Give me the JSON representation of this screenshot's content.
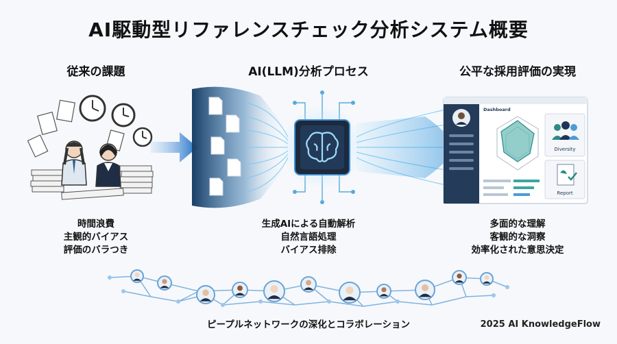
{
  "title": "AI駆動型リファレンスチェック分析システム概要",
  "left": {
    "heading": "従来の課題",
    "points": [
      "時間浪費",
      "主観的バイアス",
      "評価のバラつき"
    ]
  },
  "center": {
    "heading": "AI(LLM)分析プロセス",
    "points": [
      "生成AIによる自動解析",
      "自然言語処理",
      "バイアス排除"
    ]
  },
  "right": {
    "heading": "公平な採用評価の実現",
    "points": [
      "多面的な理解",
      "客観的な洞察",
      "効率化された意思決定"
    ],
    "dashboard": {
      "title": "Dashboard",
      "card1": "Diversity",
      "card2": "Report"
    }
  },
  "network_label": "ピープルネットワークの深化とコラボレーション",
  "copyright": "2025 AI KnowledgeFlow",
  "colors": {
    "accent": "#2a7fd6",
    "teal": "#3aa6a0",
    "navy": "#1d3557"
  }
}
